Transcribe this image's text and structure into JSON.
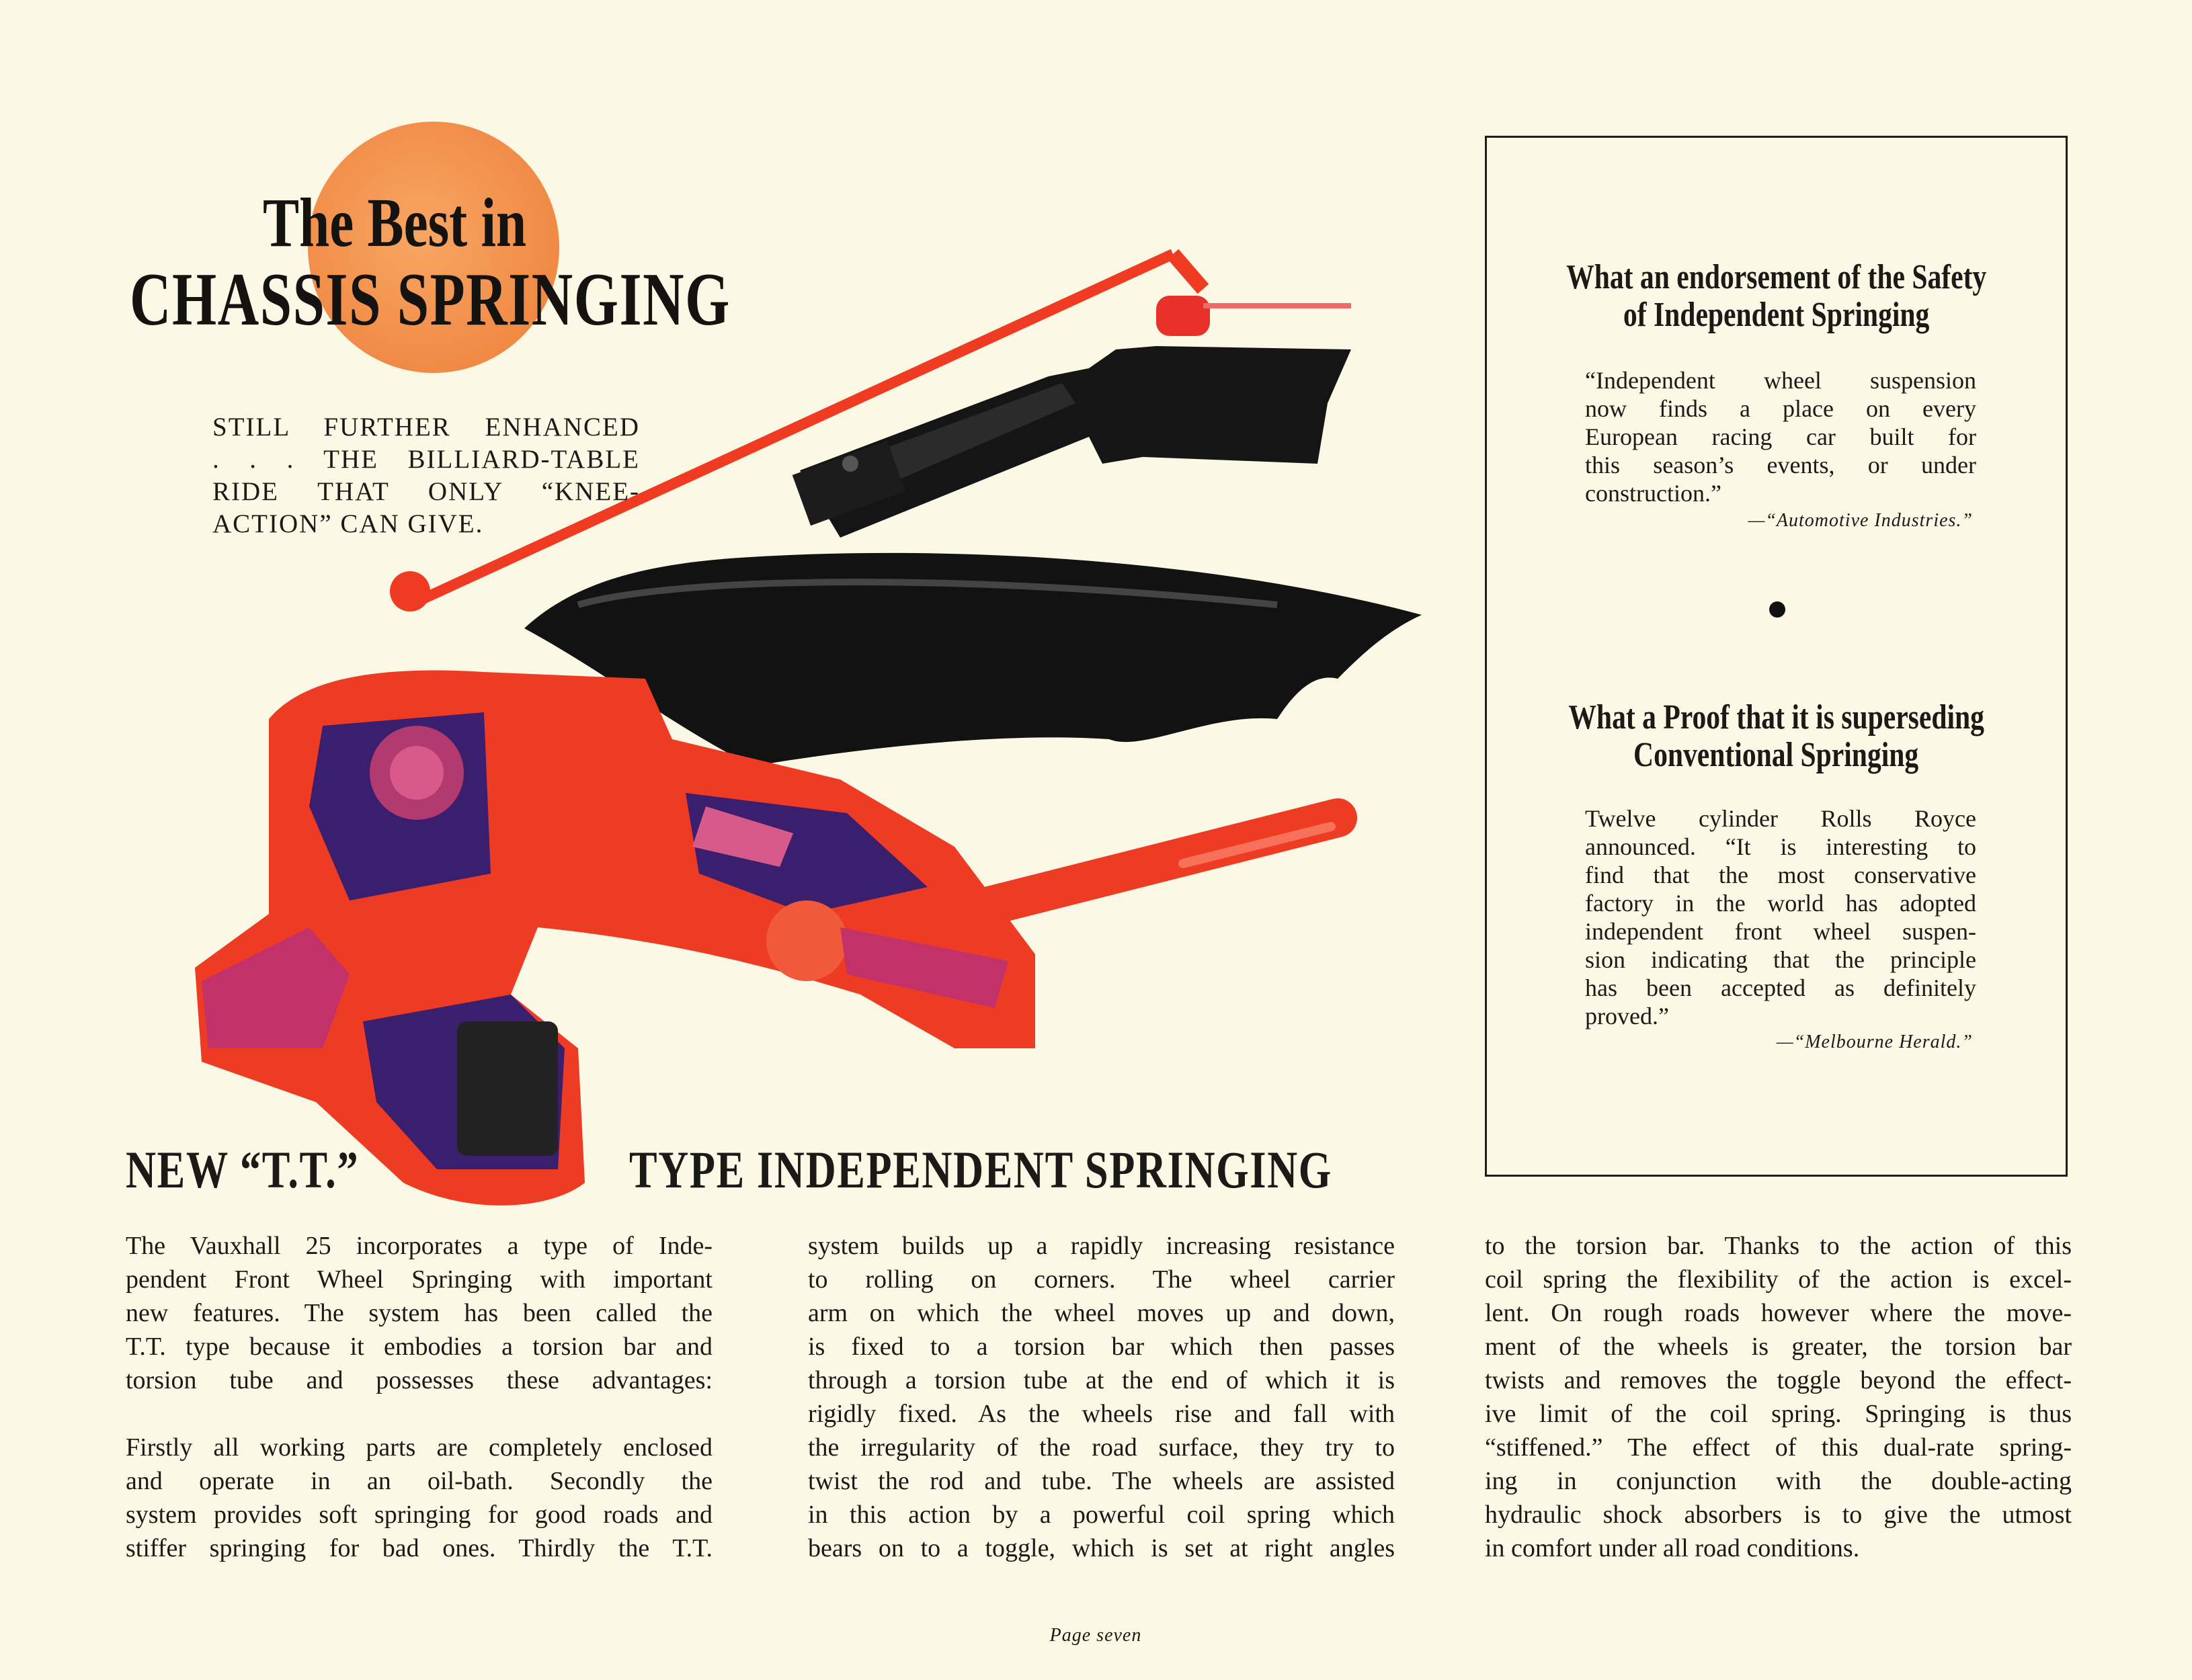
{
  "headline": {
    "line1": "The Best in",
    "line2": "CHASSIS SPRINGING"
  },
  "subtitle": [
    "STILL FURTHER ENHANCED",
    ". . . THE BILLIARD-TABLE",
    "RIDE THAT ONLY “KNEE-",
    "ACTION” CAN GIVE."
  ],
  "sidebar_box": {
    "sections": [
      {
        "heading": [
          "What an endorsement of the Safety",
          "of Independent Springing"
        ],
        "quote": [
          "“Independent wheel suspension",
          "now finds a place on every",
          "European racing car built for",
          "this season’s events, or under",
          "construction.”"
        ],
        "attribution": "—“Automotive Industries.”"
      },
      {
        "heading": [
          "What a Proof that it is superseding",
          "Conventional Springing"
        ],
        "quote": [
          "Twelve cylinder Rolls Royce",
          "announced. “It is interesting to",
          "find that the most conservative",
          "factory in the world has adopted",
          "independent front wheel suspen-",
          "sion indicating that the principle",
          "has been accepted as definitely",
          "proved.”"
        ],
        "attribution": "—“Melbourne Herald.”"
      }
    ]
  },
  "section_title": {
    "left": "NEW “T.T.”",
    "right": "TYPE INDEPENDENT SPRINGING"
  },
  "columns": [
    {
      "para1": [
        "The Vauxhall 25 incorporates a type of Inde-",
        "pendent Front Wheel Springing with important",
        "new features. The system has been called the",
        "T.T. type because it embodies a torsion bar and",
        "torsion tube and possesses these advantages:"
      ],
      "para2": [
        "Firstly all working parts are completely enclosed",
        "and operate in an oil-bath. Secondly the",
        "system provides soft springing for good roads and",
        "stiffer springing for bad ones. Thirdly the T.T."
      ]
    },
    {
      "para1": [
        "system builds up a rapidly increasing resistance",
        "to rolling on corners. The wheel carrier",
        "arm on which the wheel moves up and down,",
        "is fixed to a torsion bar which then passes",
        "through a torsion tube at the end of which it is",
        "rigidly fixed. As the wheels rise and fall with",
        "the irregularity of the road surface, they try to",
        "twist the rod and tube. The wheels are assisted",
        "in this action by a powerful coil spring which",
        "bears on to a toggle, which is set at right angles"
      ]
    },
    {
      "para1": [
        "to the torsion bar. Thanks to the action of this",
        "coil spring the flexibility of the action is excel-",
        "lent. On rough roads however where the move-",
        "ment of the wheels is greater, the torsion bar",
        "twists and removes the toggle beyond the effect-",
        "ive limit of the coil spring. Springing is thus",
        "“stiffened.” The effect of this dual-rate spring-",
        "ing in conjunction with the double-acting",
        "hydraulic shock absorbers is to give the utmost",
        "in comfort under all road conditions."
      ]
    }
  ],
  "footer": {
    "page_label": "Page seven"
  },
  "colors": {
    "paper": "#fbf8e6",
    "orange_disc": "#f08a45",
    "chassis_red": "#ee3b24",
    "arm_black": "#141414",
    "cutaway_purple": "#3a1f6e"
  }
}
